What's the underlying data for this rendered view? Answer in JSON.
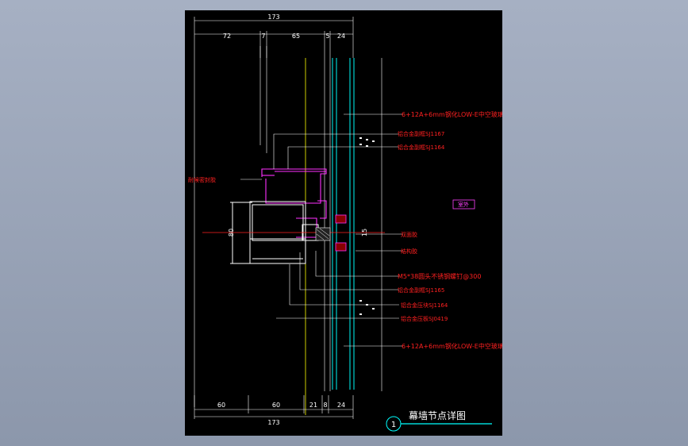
{
  "dimensions": {
    "top_total": "173",
    "top_segments": [
      "72",
      "7",
      "65",
      "5",
      "24"
    ],
    "bottom_segments": [
      "60",
      "60",
      "21",
      "8",
      "24"
    ],
    "bottom_total": "173",
    "left_height": "80",
    "right_height": "15"
  },
  "callouts": [
    "6+12A+6mm钢化LOW-E中空玻璃",
    "铝合金副框SJ1167",
    "铝合金副框SJ1164",
    "耐候密封胶",
    "双面胶",
    "结构胶",
    "M5*38圆头不锈钢螺钉@300",
    "铝合金副框SJ1165",
    "铝合金压块SJ1164",
    "铝合金压板SJ0419",
    "6+12A+6mm钢化LOW-E中空玻璃"
  ],
  "side_tag": "室外",
  "title": {
    "detail_number": "1",
    "text": "幕墙节点详图"
  },
  "colors": {
    "background": "#98a2b6",
    "sheet": "#000000",
    "dimension": "#ffffff",
    "glass": "#00e0e0",
    "profile": "#ff30ff",
    "callout": "#ff2020",
    "title_line": "#00ffff",
    "axis": "#ffff00"
  }
}
